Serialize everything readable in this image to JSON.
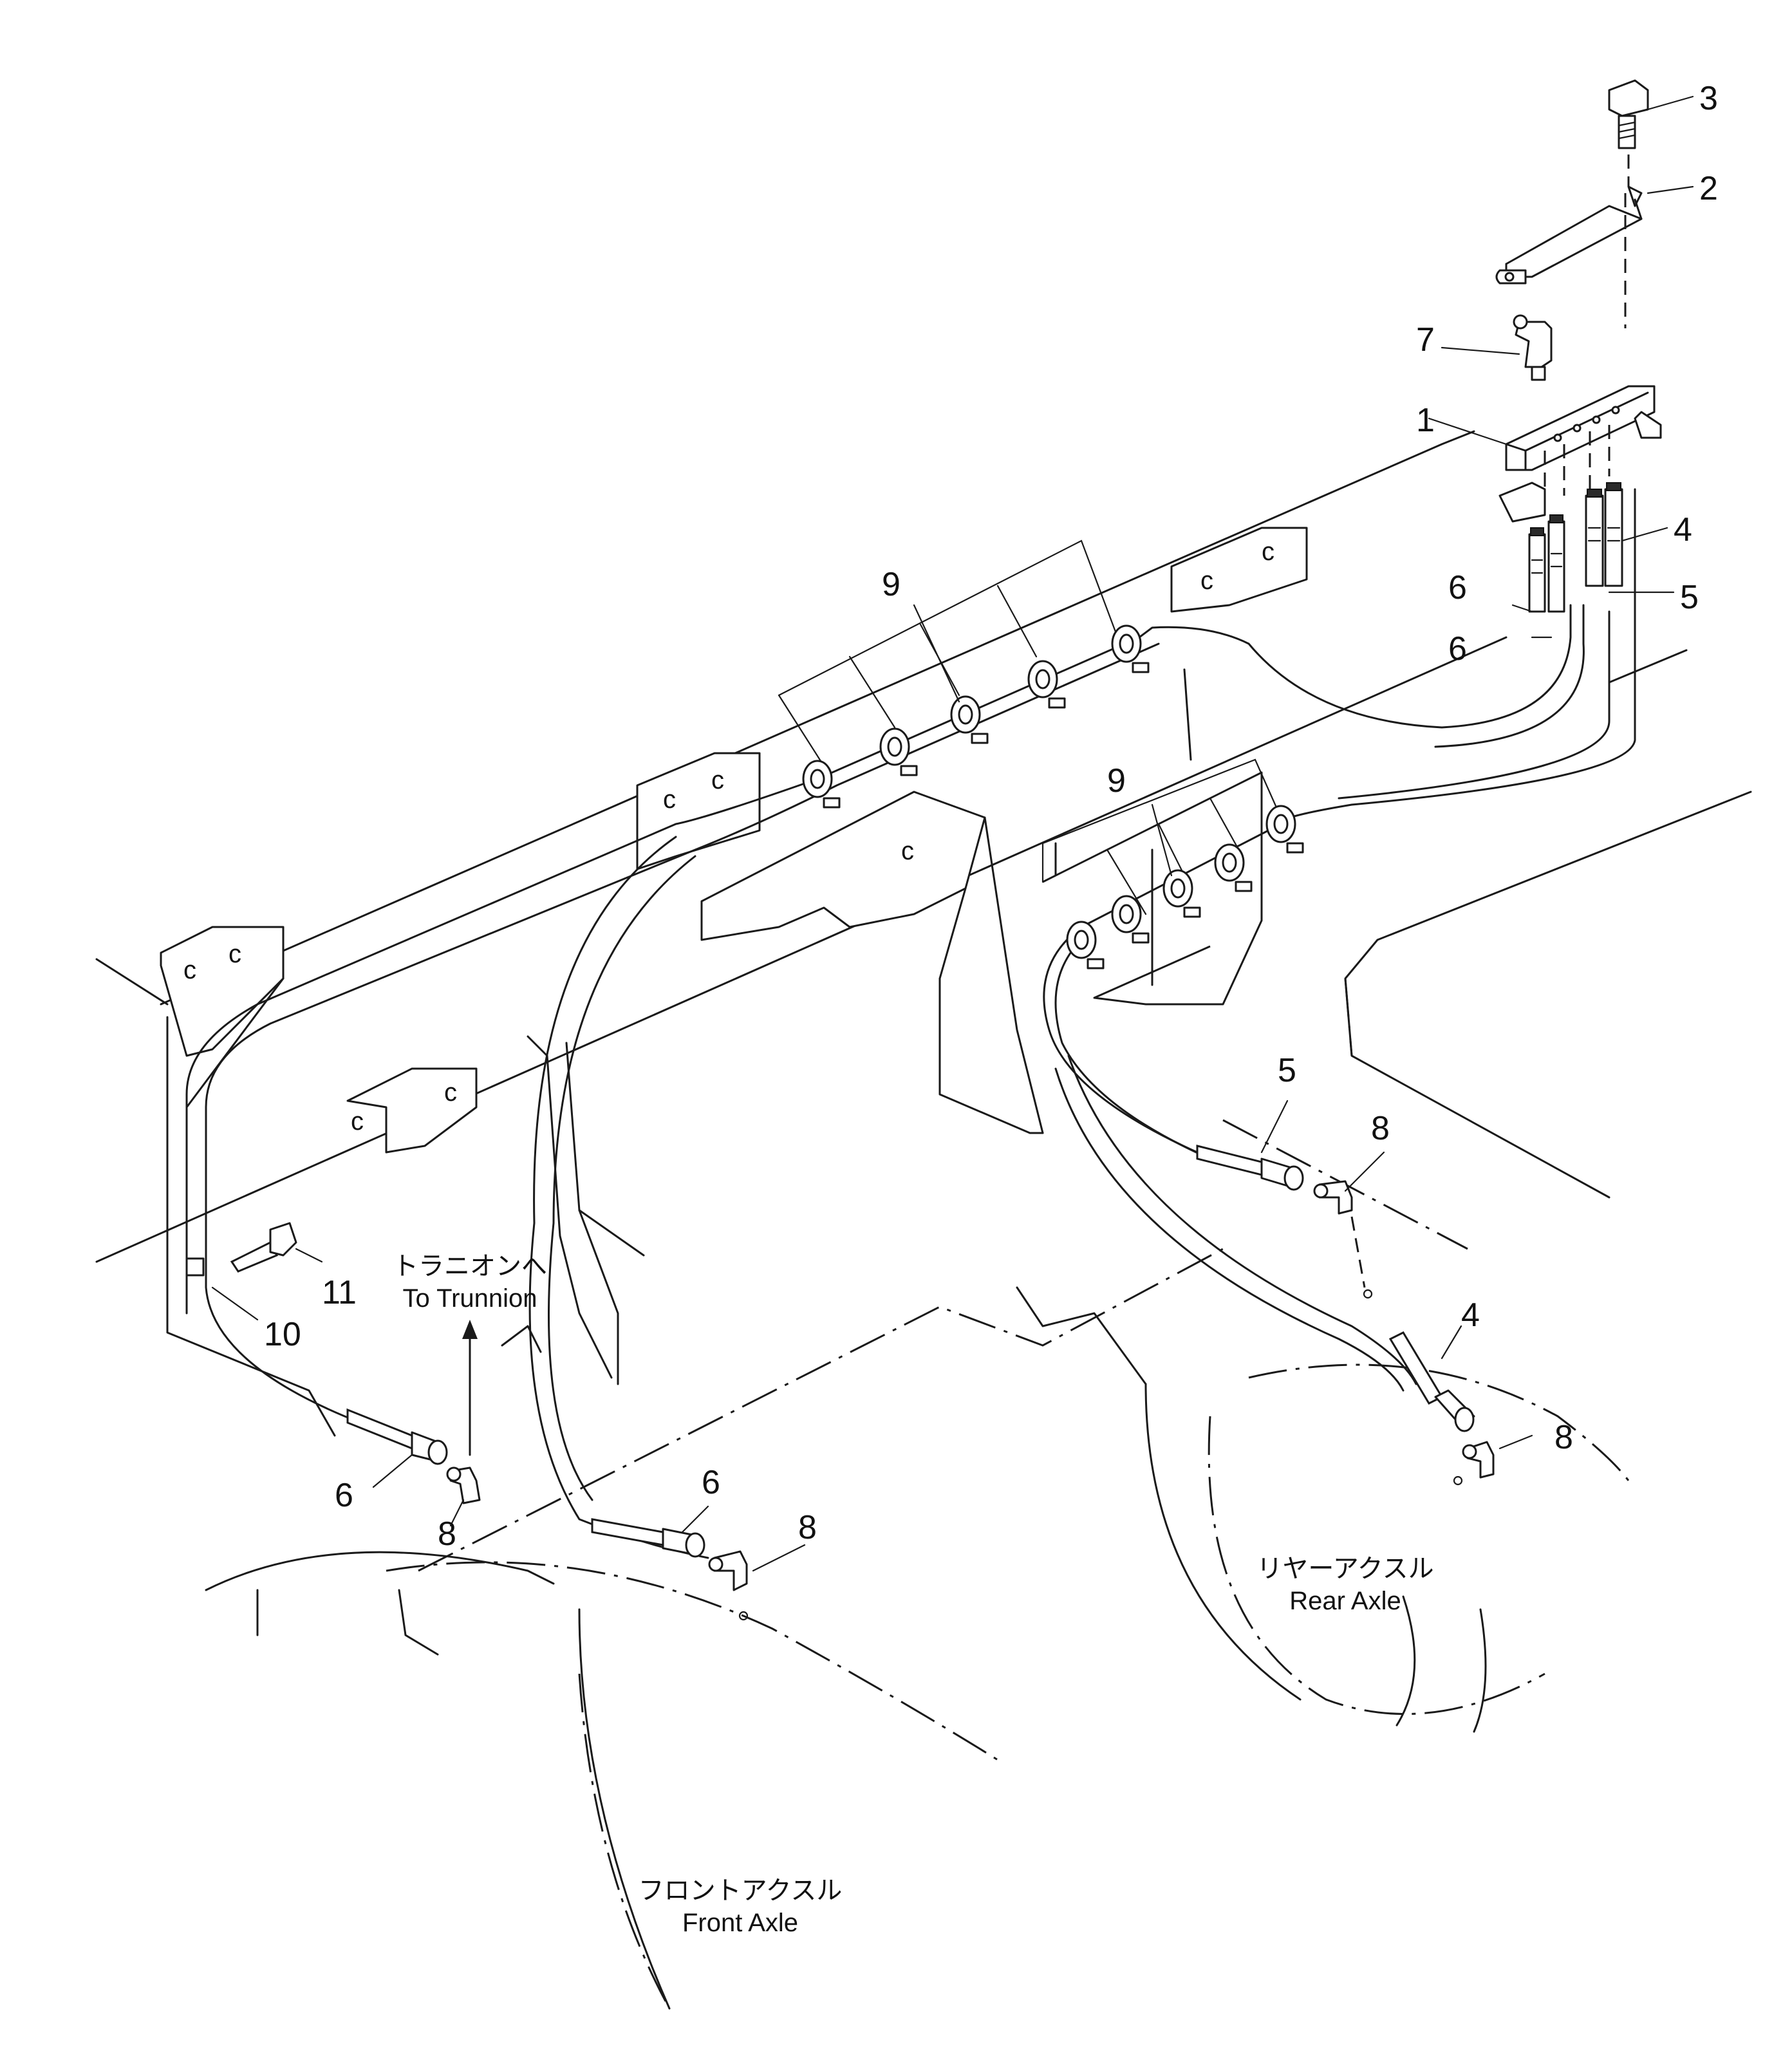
{
  "callouts": {
    "c1": "1",
    "c2": "2",
    "c3": "3",
    "c4a": "4",
    "c4b": "4",
    "c5a": "5",
    "c5b": "5",
    "c6a": "6",
    "c6b": "6",
    "c6c": "6",
    "c6d": "6",
    "c7": "7",
    "c8a": "8",
    "c8b": "8",
    "c8c": "8",
    "c8d": "8",
    "c9a": "9",
    "c9b": "9",
    "c10": "10",
    "c11": "11"
  },
  "captions": {
    "trunnion_jp": "トラニオンへ",
    "trunnion_en": "To Trunnion",
    "rear_axle_jp": "リヤーアクスル",
    "rear_axle_en": "Rear Axle",
    "front_axle_jp": "フロントアクスル",
    "front_axle_en": "Front Axle"
  },
  "clip_marks": {
    "c": "c"
  }
}
